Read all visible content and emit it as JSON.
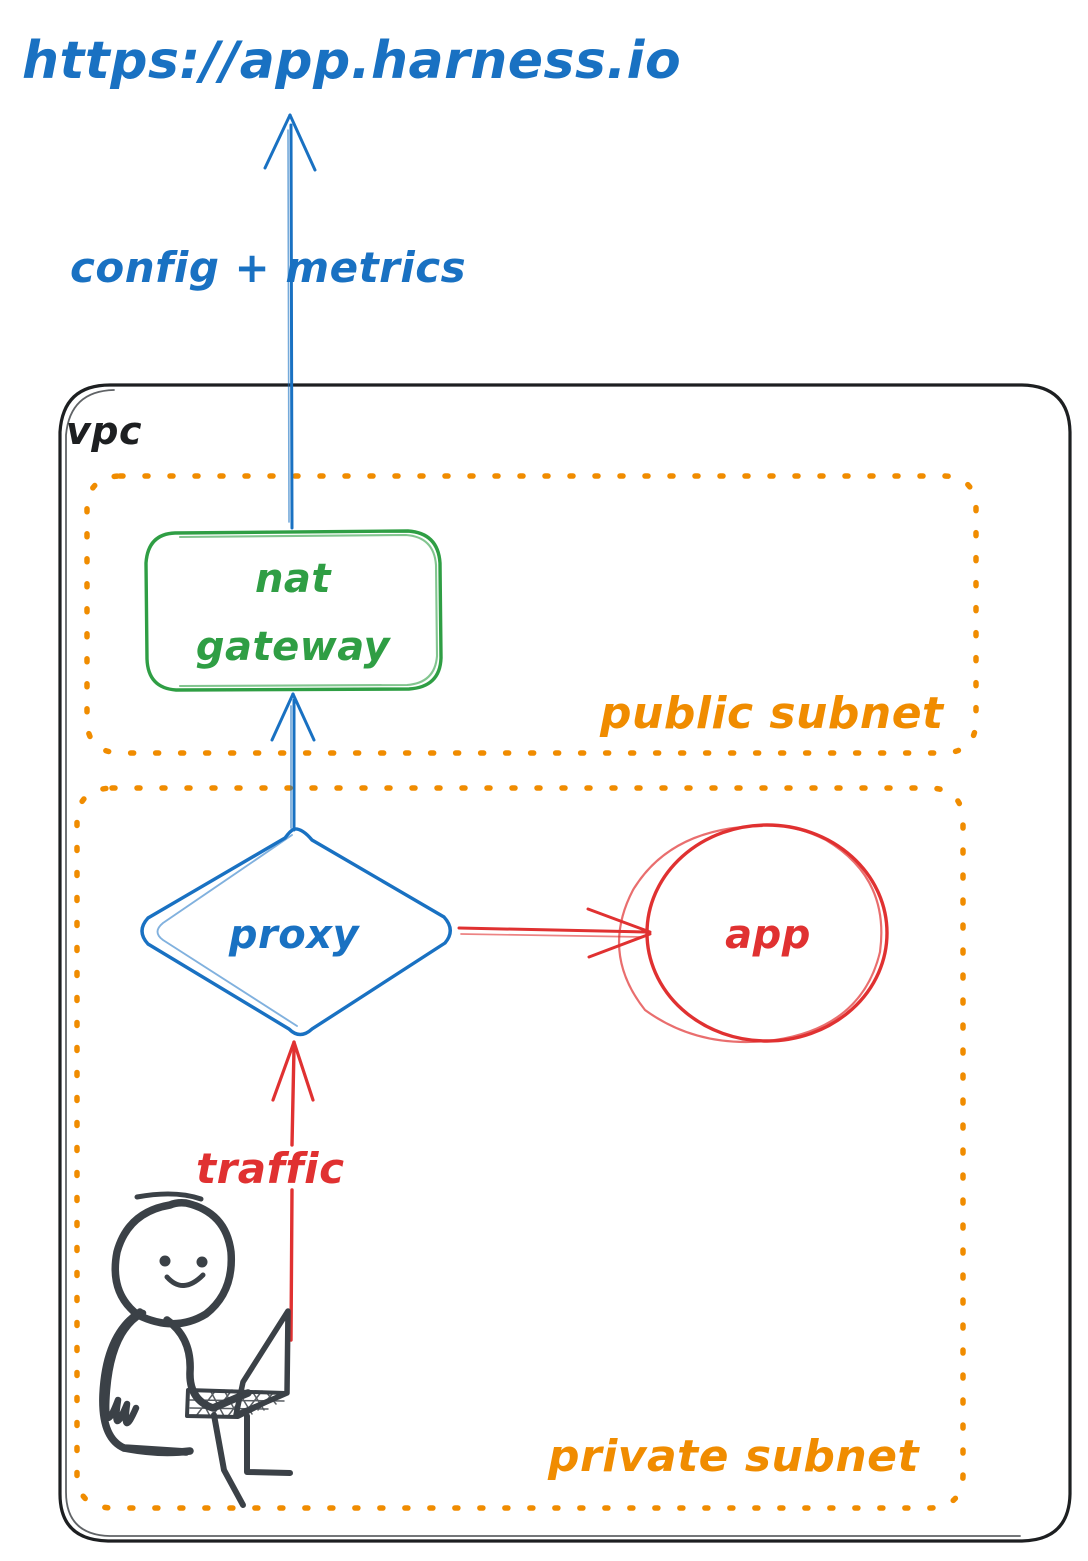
{
  "diagram": {
    "title": "https://app.harness.io",
    "style": "hand-drawn architecture diagram",
    "colors": {
      "blue": "#1971c2",
      "green": "#2f9e44",
      "red": "#e03131",
      "orange": "#f08c00",
      "ink": "#1d1f21",
      "background": "#ffffff"
    },
    "external": {
      "endpoint_label": "https://app.harness.io",
      "uplink_label": "config + metrics"
    },
    "containers": {
      "vpc": {
        "label": "vpc",
        "border": "solid",
        "color": "#1d1f21"
      },
      "public_subnet": {
        "label": "public subnet",
        "border": "dotted",
        "color": "#f08c00"
      },
      "private_subnet": {
        "label": "private subnet",
        "border": "dotted",
        "color": "#f08c00"
      }
    },
    "nodes": {
      "nat_gateway": {
        "label_line1": "nat",
        "label_line2": "gateway",
        "shape": "rounded-rectangle",
        "color": "#2f9e44",
        "subnet": "public subnet"
      },
      "proxy": {
        "label": "proxy",
        "shape": "diamond",
        "color": "#1971c2",
        "subnet": "private subnet"
      },
      "app": {
        "label": "app",
        "shape": "ellipse",
        "color": "#e03131",
        "subnet": "private subnet"
      },
      "user": {
        "label": "",
        "shape": "stick-figure-with-laptop",
        "color": "#3b4147",
        "subnet": "private subnet"
      }
    },
    "edges": [
      {
        "from": "nat gateway",
        "to": "https://app.harness.io",
        "label": "config + metrics",
        "color": "#1971c2"
      },
      {
        "from": "proxy",
        "to": "nat gateway",
        "label": "",
        "color": "#1971c2"
      },
      {
        "from": "proxy",
        "to": "app",
        "label": "",
        "color": "#e03131"
      },
      {
        "from": "user",
        "to": "proxy",
        "label": "traffic",
        "color": "#e03131"
      }
    ],
    "labels": {
      "traffic": "traffic"
    }
  }
}
